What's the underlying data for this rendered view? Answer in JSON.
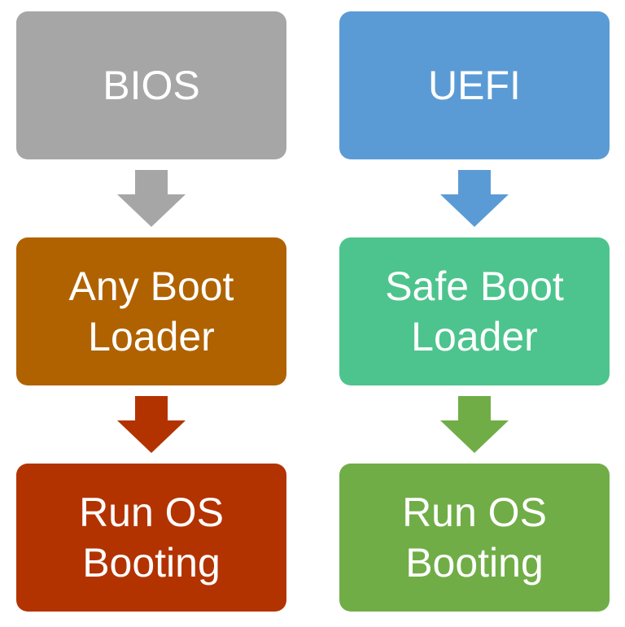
{
  "left_column": {
    "firmware": {
      "label": "BIOS",
      "color": "#a6a6a6"
    },
    "loader": {
      "label": "Any Boot\nLoader",
      "color": "#b06200"
    },
    "os": {
      "label": "Run OS\nBooting",
      "color": "#b33300"
    },
    "arrow_1_color": "#a6a6a6",
    "arrow_2_color": "#b33300"
  },
  "right_column": {
    "firmware": {
      "label": "UEFI",
      "color": "#5b9bd5"
    },
    "loader": {
      "label": "Safe Boot\nLoader",
      "color": "#4dc48d"
    },
    "os": {
      "label": "Run OS\nBooting",
      "color": "#70ad47"
    },
    "arrow_1_color": "#5b9bd5",
    "arrow_2_color": "#70ad47"
  }
}
